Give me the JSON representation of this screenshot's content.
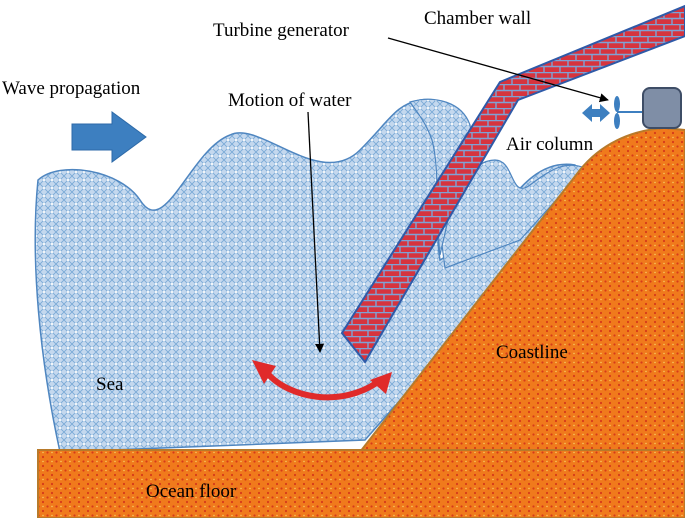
{
  "labels": {
    "chamber_wall": "Chamber wall",
    "turbine_generator": "Turbine generator",
    "wave_propagation": "Wave propagation",
    "motion_of_water": "Motion of water",
    "air_column": "Air column",
    "coastline": "Coastline",
    "sea": "Sea",
    "ocean_floor": "Ocean floor"
  },
  "colors": {
    "water_fill": "#c4d8ee",
    "water_pattern": "#7aaad6",
    "water_stroke": "#4f86c0",
    "land_fill": "#f07a1c",
    "land_dot": "#d63a1a",
    "land_stroke": "#b87a2a",
    "brick_fill": "#d6343e",
    "brick_mortar": "#7fa2d4",
    "wall_stroke": "#2f5aa8",
    "arrow_blue": "#3d7fc0",
    "motion_arrow": "#e02a2a",
    "generator_fill": "#7f8ea6"
  },
  "icons": [
    "wave-direction-arrow",
    "turbine-fan-icon",
    "generator-box-icon",
    "air-flow-arrow",
    "water-motion-arrow"
  ]
}
